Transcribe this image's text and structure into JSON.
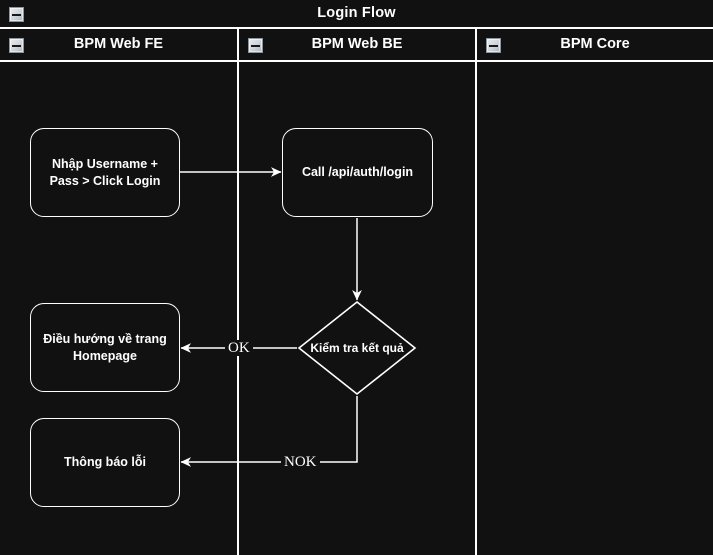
{
  "pool": {
    "title": "Login Flow",
    "collapse_icon": "minus-square-icon"
  },
  "lanes": [
    {
      "id": "fe",
      "label": "BPM Web FE",
      "collapse_icon": "minus-square-icon"
    },
    {
      "id": "be",
      "label": "BPM Web BE",
      "collapse_icon": "minus-square-icon"
    },
    {
      "id": "core",
      "label": "BPM Core",
      "collapse_icon": "minus-square-icon"
    }
  ],
  "nodes": [
    {
      "id": "input-credentials",
      "lane": "fe",
      "type": "task",
      "label": "Nhập Username +\nPass > Click Login"
    },
    {
      "id": "call-login-api",
      "lane": "be",
      "type": "task",
      "label": "Call /api/auth/login"
    },
    {
      "id": "check-result",
      "lane": "be",
      "type": "decision",
      "label": "Kiểm tra kết quả"
    },
    {
      "id": "goto-homepage",
      "lane": "fe",
      "type": "task",
      "label": "Điều hướng về trang\nHomepage"
    },
    {
      "id": "show-error",
      "lane": "fe",
      "type": "task",
      "label": "Thông báo lỗi"
    }
  ],
  "edges": [
    {
      "id": "e1",
      "from": "input-credentials",
      "to": "call-login-api",
      "label": ""
    },
    {
      "id": "e2",
      "from": "call-login-api",
      "to": "check-result",
      "label": ""
    },
    {
      "id": "e3",
      "from": "check-result",
      "to": "goto-homepage",
      "label": "OK"
    },
    {
      "id": "e4",
      "from": "check-result",
      "to": "show-error",
      "label": "NOK"
    }
  ],
  "colors": {
    "background": "#111111",
    "stroke": "#ffffff",
    "text": "#ffffff",
    "icon_face": "#cfd4da"
  }
}
